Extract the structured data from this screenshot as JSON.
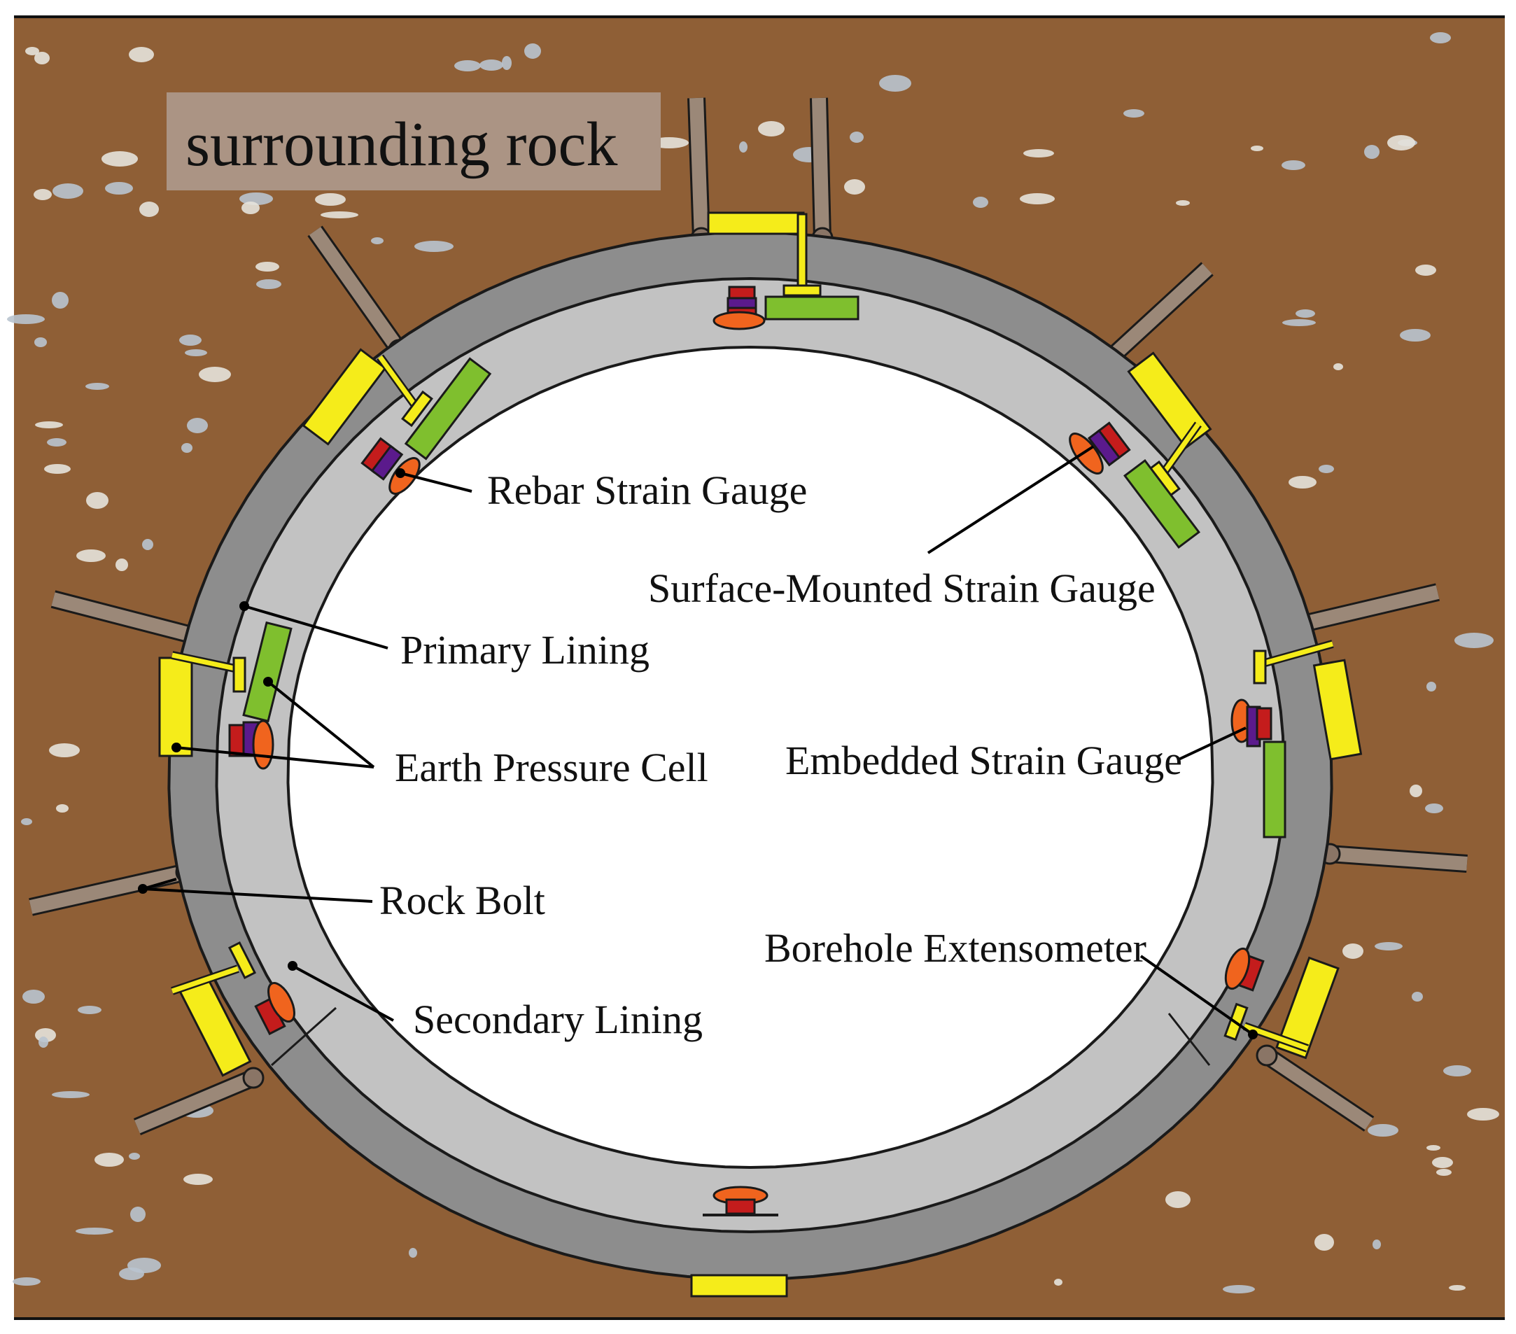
{
  "title": "surrounding rock",
  "labels": {
    "rebar_strain_gauge": "Rebar Strain Gauge",
    "surface_mounted_strain_gauge": "Surface-Mounted Strain Gauge",
    "primary_lining": "Primary Lining",
    "earth_pressure_cell": "Earth Pressure Cell",
    "embedded_strain_gauge": "Embedded Strain Gauge",
    "rock_bolt": "Rock Bolt",
    "borehole_extensometer": "Borehole Extensometer",
    "secondary_lining": "Secondary Lining"
  },
  "colors": {
    "rock": "#8f5f36",
    "primary_lining": "#8d8d8d",
    "secondary_lining": "#c2c2c2",
    "tunnel_interior": "#ffffff",
    "rock_bolt": "#9b8878",
    "earth_pressure_cell": "#f5ec1a",
    "surface_strain_gauge": "#7fbf2e",
    "rebar_gauge_red": "#c41c1c",
    "rebar_gauge_purple": "#5b1a8c",
    "embedded_gauge_orange": "#f0641e",
    "pebble": "#b9c4cf"
  }
}
